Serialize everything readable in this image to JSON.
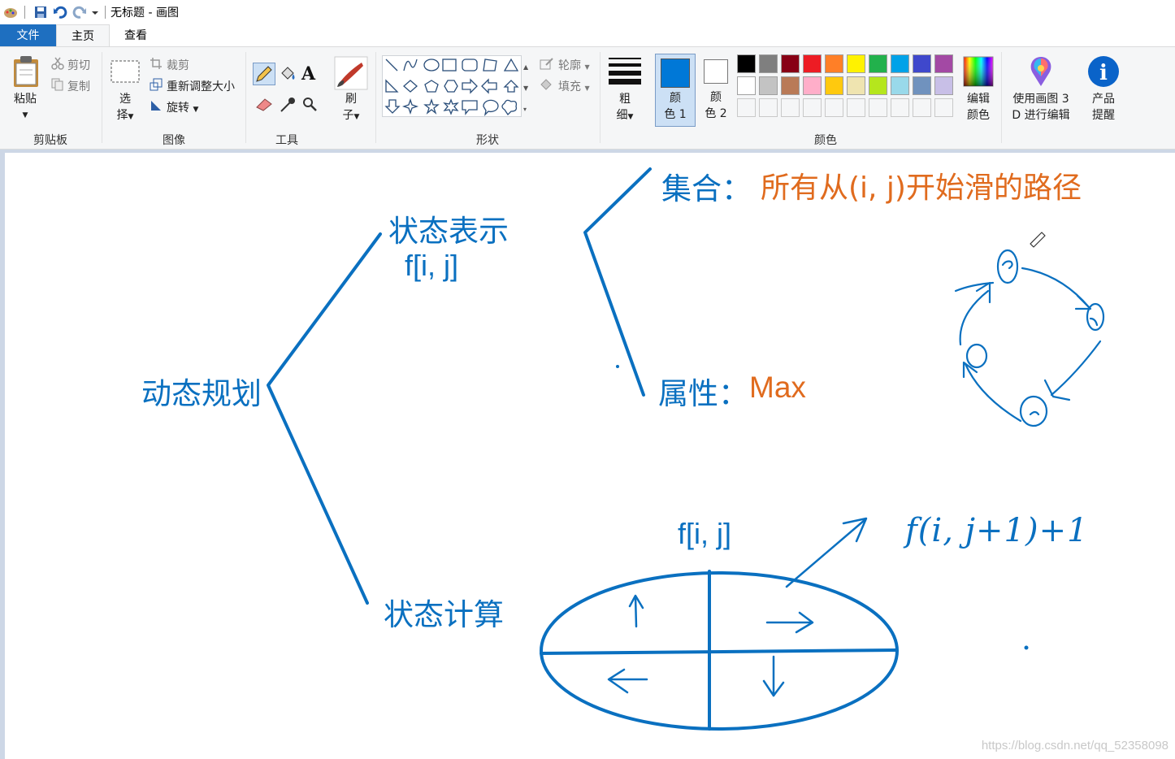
{
  "window": {
    "title": "无标题 - 画图"
  },
  "tabs": {
    "file": "文件",
    "home": "主页",
    "view": "查看"
  },
  "ribbon": {
    "clipboard": {
      "paste": "粘贴",
      "cut": "剪切",
      "copy": "复制",
      "label": "剪贴板"
    },
    "image": {
      "select_1": "选",
      "select_2": "择",
      "crop": "裁剪",
      "resize": "重新调整大小",
      "rotate": "旋转",
      "label": "图像"
    },
    "tools": {
      "label": "工具"
    },
    "brushes": {
      "line1": "刷",
      "line2": "子"
    },
    "shapes": {
      "outline": "轮廓",
      "fill": "填充",
      "label": "形状"
    },
    "size": {
      "line1": "粗",
      "line2": "细"
    },
    "color1": {
      "line1": "颜",
      "line2": "色 1"
    },
    "color2": {
      "line1": "颜",
      "line2": "色 2"
    },
    "colors": {
      "label": "颜色",
      "edit_line1": "编辑",
      "edit_line2": "颜色",
      "palette_row1": [
        "#000000",
        "#7f7f7f",
        "#880015",
        "#ed1c24",
        "#ff7f27",
        "#fff200",
        "#22b14c",
        "#00a2e8",
        "#3f48cc",
        "#a349a4"
      ],
      "palette_row2": [
        "#ffffff",
        "#c3c3c3",
        "#b97a57",
        "#ffaec9",
        "#ffc90e",
        "#efe4b0",
        "#b5e61d",
        "#99d9ea",
        "#7092be",
        "#c8bfe7"
      ],
      "color1_value": "#0078d7",
      "color2_value": "#ffffff"
    },
    "paint3d": {
      "line1": "使用画图 3",
      "line2": "D 进行编辑"
    },
    "tips": {
      "line1": "产品",
      "line2": "提醒"
    }
  },
  "canvas": {
    "root": "动态规划",
    "state_repr": "状态表示",
    "state_repr_formula": "f[i, j]",
    "set_label": "集合：",
    "set_desc": "所有从(i, j)开始滑的路径",
    "attr_label": "属性：",
    "attr_value": "Max",
    "state_calc": "状态计算",
    "ellipse_formula": "f[i, j]",
    "handwritten_formula": "f(i, j+1)+1",
    "watermark": "https://blog.csdn.net/qq_52358098"
  }
}
